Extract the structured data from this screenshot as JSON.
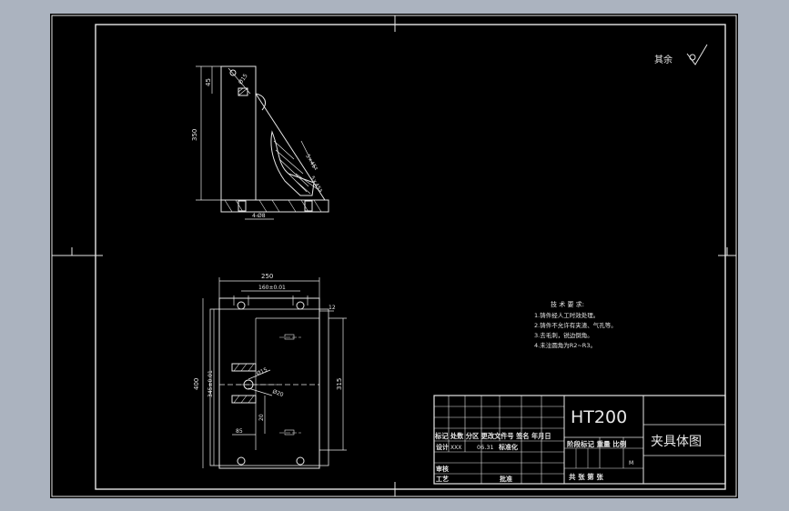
{
  "roughness_note": "其余",
  "tech_requirements": {
    "title": "技 术 要 求:",
    "items": [
      "1.铸件经人工时效处理。",
      "2.铸件不允许有夹渣、气孔等。",
      "3.去毛刺，锐边倒角。",
      "4.未注圆角为R2~R3。"
    ]
  },
  "title_block": {
    "material": "HT200",
    "drawing_name": "夹具体图",
    "row_header": "标记 处数 分区 更改文件号 签名 年月日",
    "design_row": "设计",
    "designer": "XXX",
    "date": "06.31",
    "standardize": "标准化",
    "audit": "审核",
    "process": "工艺",
    "approve": "批准",
    "stage_header": "阶段标记 重量 比例",
    "scale_mark": "M",
    "sheets": "共 张 第 张"
  },
  "dimensions": {
    "side_height": "350",
    "side_top": "45",
    "side_hole": "Ø15",
    "side_angle_1": "5×45°",
    "side_angle_2": "5×45°",
    "side_slot": "4-Ø8",
    "plan_width": "250",
    "plan_hole_spacing": "160±0.01",
    "plan_edge": "12",
    "plan_height": "400",
    "plan_inner": "345±0.01",
    "plan_right": "315",
    "plan_hole_a": "Ø15",
    "plan_hole_b": "Ø20",
    "plan_bottom": "85",
    "plan_mid": "20"
  }
}
